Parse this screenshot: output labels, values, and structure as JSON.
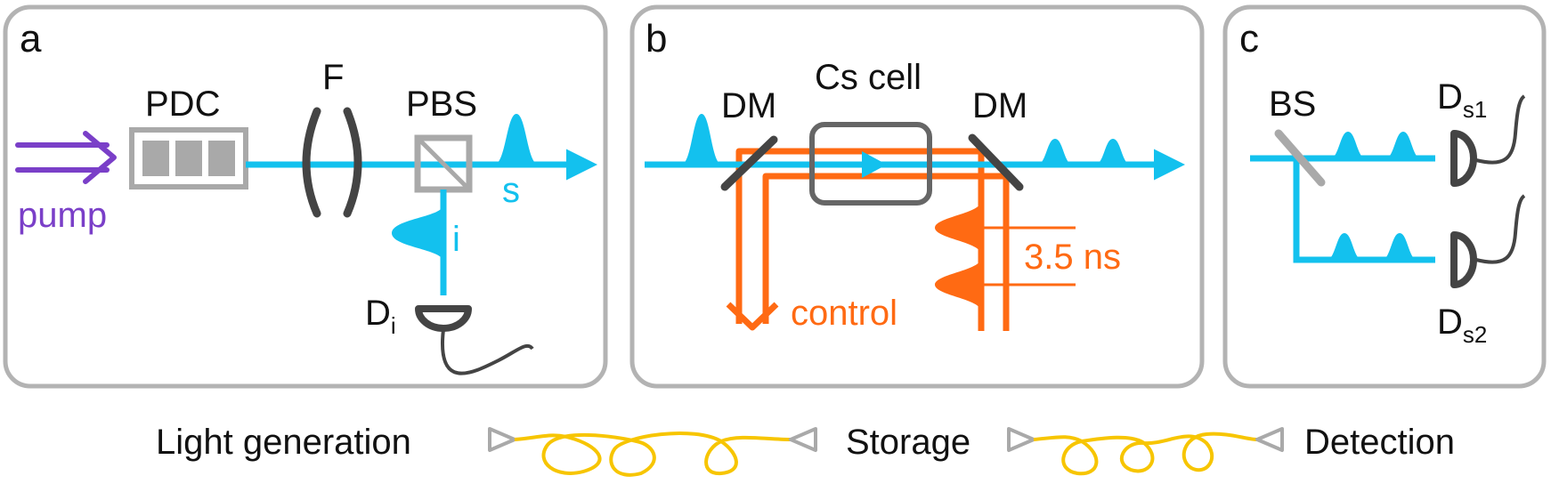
{
  "colors": {
    "panel_border": "#b3b3b3",
    "signal": "#13c1ee",
    "control": "#ff6a13",
    "pump": "#7a3fc8",
    "fiber": "#f7c500",
    "dark": "#444444",
    "gray": "#a9a9a9"
  },
  "panel_a": {
    "letter": "a",
    "pump_label": "pump",
    "pdc_label": "PDC",
    "filter_label": "F",
    "pbs_label": "PBS",
    "signal_label": "s",
    "idler_label": "i",
    "detector_label": "D",
    "detector_sub": "i"
  },
  "panel_b": {
    "letter": "b",
    "dm_left_label": "DM",
    "cell_label": "Cs cell",
    "dm_right_label": "DM",
    "control_label": "control",
    "delay_label": "3.5 ns"
  },
  "panel_c": {
    "letter": "c",
    "bs_label": "BS",
    "det1_label": "D",
    "det1_sub": "s1",
    "det2_label": "D",
    "det2_sub": "s2"
  },
  "bottom": {
    "stage1": "Light generation",
    "stage2": "Storage",
    "stage3": "Detection"
  }
}
